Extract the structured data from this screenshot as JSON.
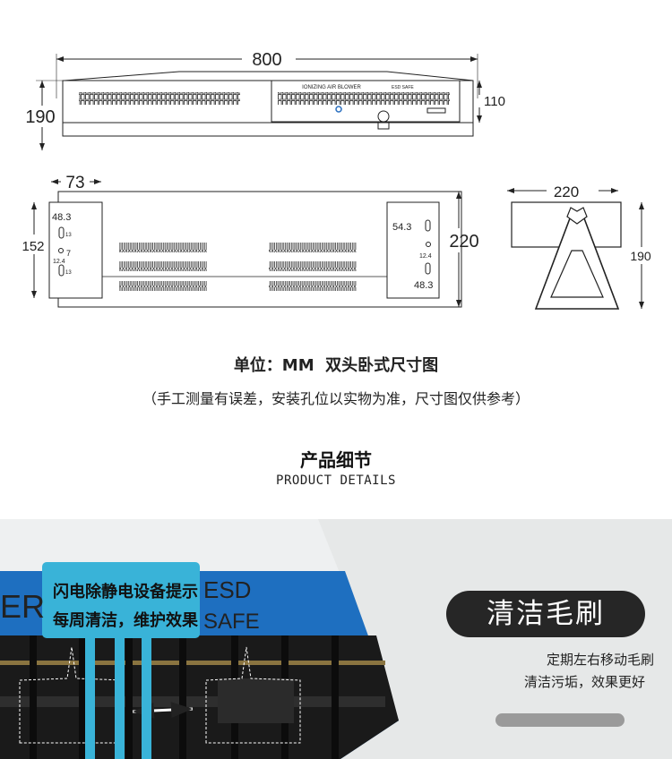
{
  "front_view": {
    "width_dim": "800",
    "height_dim": "190",
    "depth_dim": "110",
    "panel_title": "IONIZING AIR BLOWER",
    "esd_mark": "ESD SAFE"
  },
  "top_view": {
    "plate_width": "73",
    "plate_height": "152",
    "total_height": "220",
    "left_top": "48.3",
    "left_slot1": "13",
    "left_hole": "7",
    "left_spacing": "12.4",
    "left_slot2": "13",
    "right_offset": "54.3",
    "right_spacing": "12.4",
    "right_bottom": "48.3"
  },
  "side_view": {
    "width_dim": "220",
    "height_dim": "190"
  },
  "caption": {
    "unit_line": "单位：MM  双头卧式尺寸图",
    "note": "（手工测量有误差，安装孔位以实物为准，尺寸图仅供参考）"
  },
  "details": {
    "title": "产品细节",
    "subtitle": "PRODUCT DETAILS"
  },
  "feature": {
    "tag_line1": "闪电除静电设备提示",
    "tag_line2": "每周清洁，维护效果",
    "label_esd": "ESD",
    "label_safe": "SAFE",
    "label_er": "ER",
    "title": "清洁毛刷",
    "desc_line1": "定期左右移动毛刷",
    "desc_line2": "清洁污垢，效果更好"
  },
  "colors": {
    "blue": "#1e6fc0",
    "tag": "#39b3d8",
    "pill": "#262626"
  }
}
